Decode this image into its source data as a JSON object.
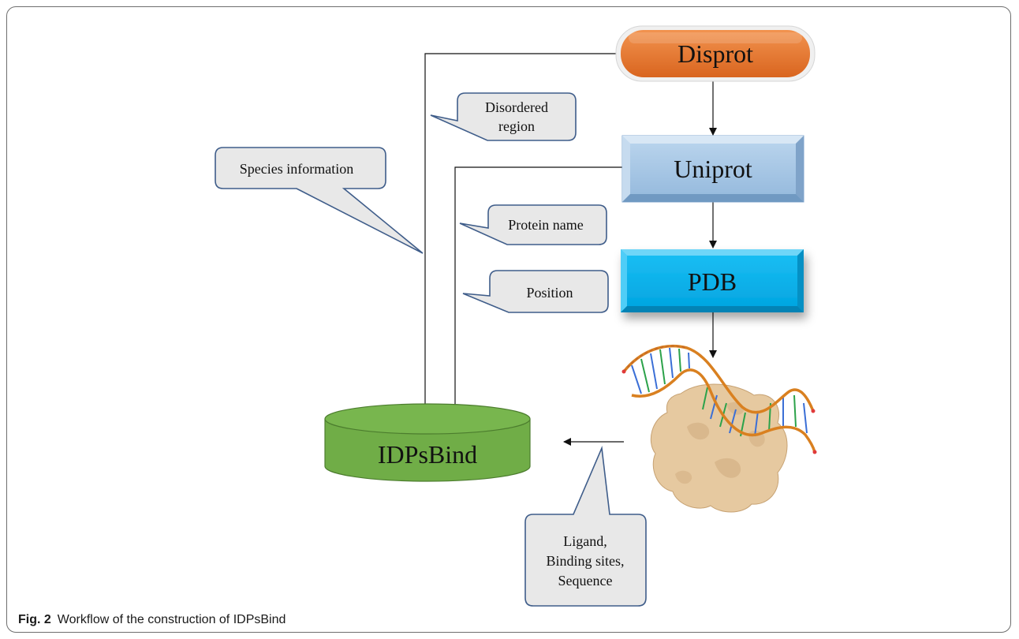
{
  "nodes": {
    "disprot": "Disprot",
    "uniprot": "Uniprot",
    "pdb": "PDB",
    "database": "IDPsBind"
  },
  "callouts": {
    "disordered_region": [
      "Disordered",
      "region"
    ],
    "species_information": "Species information",
    "protein_name": "Protein name",
    "position": "Position",
    "ligand": [
      "Ligand,",
      "Binding sites,",
      "Sequence"
    ]
  },
  "caption": {
    "label": "Fig. 2",
    "text": "Workflow of the construction of IDPsBind"
  },
  "colors": {
    "disprot": "#e5762e",
    "uniprot": "#a7c7e3",
    "pdb": "#00b0ee",
    "database": "#70ad47",
    "callout_fill": "#e8e8e8",
    "callout_border": "#3f5d8a",
    "protein_surface": "#e6c9a0",
    "dna_backbone": "#d98020"
  }
}
